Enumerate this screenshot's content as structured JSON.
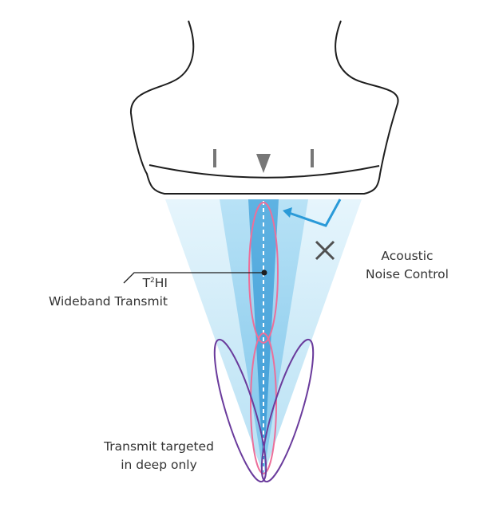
{
  "labels": {
    "t2hi_superscript": "2",
    "t2hi_line1_suffix": "HI",
    "t2hi_line2": "Wideband Transmit",
    "acoustic_line1": "Acoustic",
    "acoustic_line2": "Noise Control",
    "deep_line1": "Transmit targeted",
    "deep_line2": "in deep only"
  },
  "t2hi_prefix": "T",
  "colors": {
    "outline": "#1e1e1e",
    "marker": "#777777",
    "wide_beam": "#dcf0fa",
    "mid_beam": "#9cd3f0",
    "narrow_beam": "#4fa6dc",
    "pink_ellipse": "#ec6f9a",
    "purple_lobe": "#6a3b9c",
    "arrow_blue": "#2a9ad8",
    "cross": "#505050",
    "text": "#333333"
  }
}
